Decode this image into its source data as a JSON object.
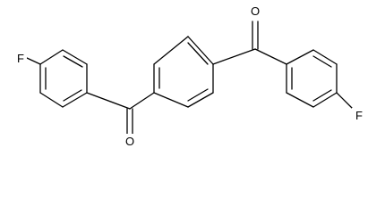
{
  "molecule": {
    "atoms": [
      {
        "id": "F1",
        "symbol": "F"
      },
      {
        "id": "O1",
        "symbol": "O"
      },
      {
        "id": "O2",
        "symbol": "O"
      },
      {
        "id": "F2",
        "symbol": "F"
      }
    ]
  },
  "style": {
    "bond_color": "#000000",
    "background": "#ffffff"
  }
}
